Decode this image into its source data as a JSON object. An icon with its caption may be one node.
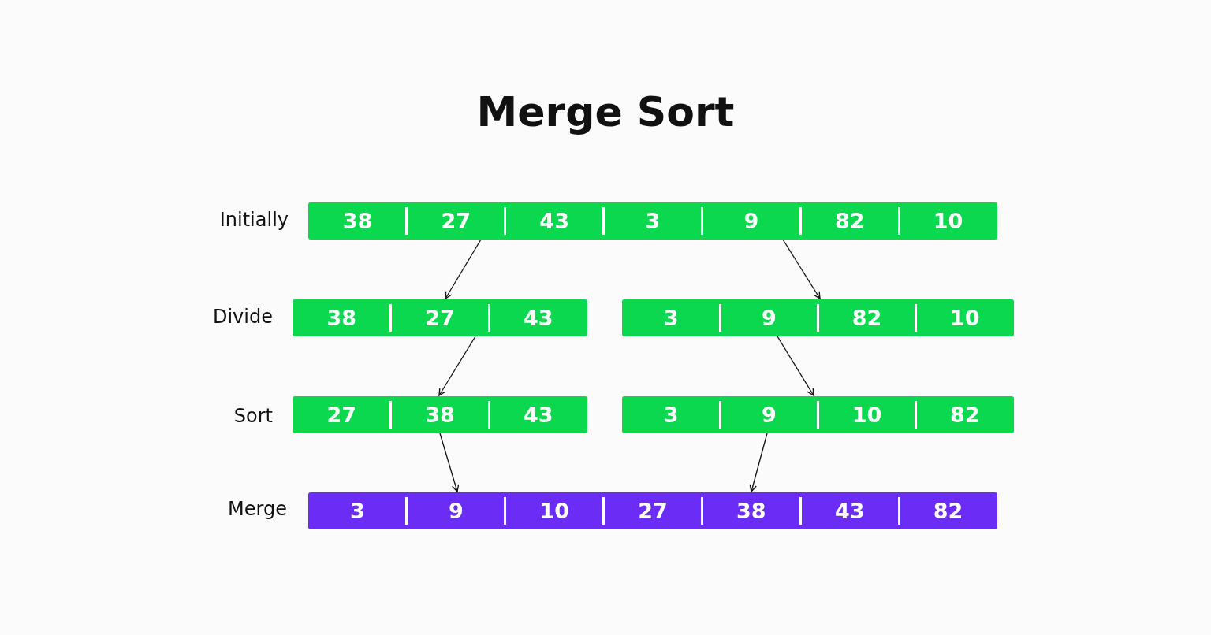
{
  "diagram": {
    "title": "Merge Sort",
    "nodes": [
      {
        "text": [
          "38",
          "27",
          "43",
          "3",
          "9",
          "82",
          "10"
        ]
      },
      {
        "text": [
          "38",
          "27",
          "43"
        ]
      },
      {
        "text": [
          "3",
          "9",
          "82",
          "10"
        ]
      },
      {
        "text": [
          "27",
          "38",
          "43"
        ]
      },
      {
        "text": [
          "3",
          "9",
          "10",
          "82"
        ]
      },
      {
        "text": [
          "3",
          "9",
          "10",
          "27",
          "38",
          "43",
          "82"
        ]
      }
    ],
    "edges": [
      {
        "from": 0,
        "to": 1,
        "arrow": "to"
      },
      {
        "from": 0,
        "to": 2,
        "arrow": "to"
      },
      {
        "from": 1,
        "to": 3,
        "arrow": "to"
      },
      {
        "from": 2,
        "to": 4,
        "arrow": "to"
      },
      {
        "from": 3,
        "to": 5,
        "arrow": "to"
      },
      {
        "from": 4,
        "to": 5,
        "arrow": "to"
      }
    ],
    "labels": [
      "Initially",
      "Divide",
      "Sort",
      "Merge"
    ]
  }
}
